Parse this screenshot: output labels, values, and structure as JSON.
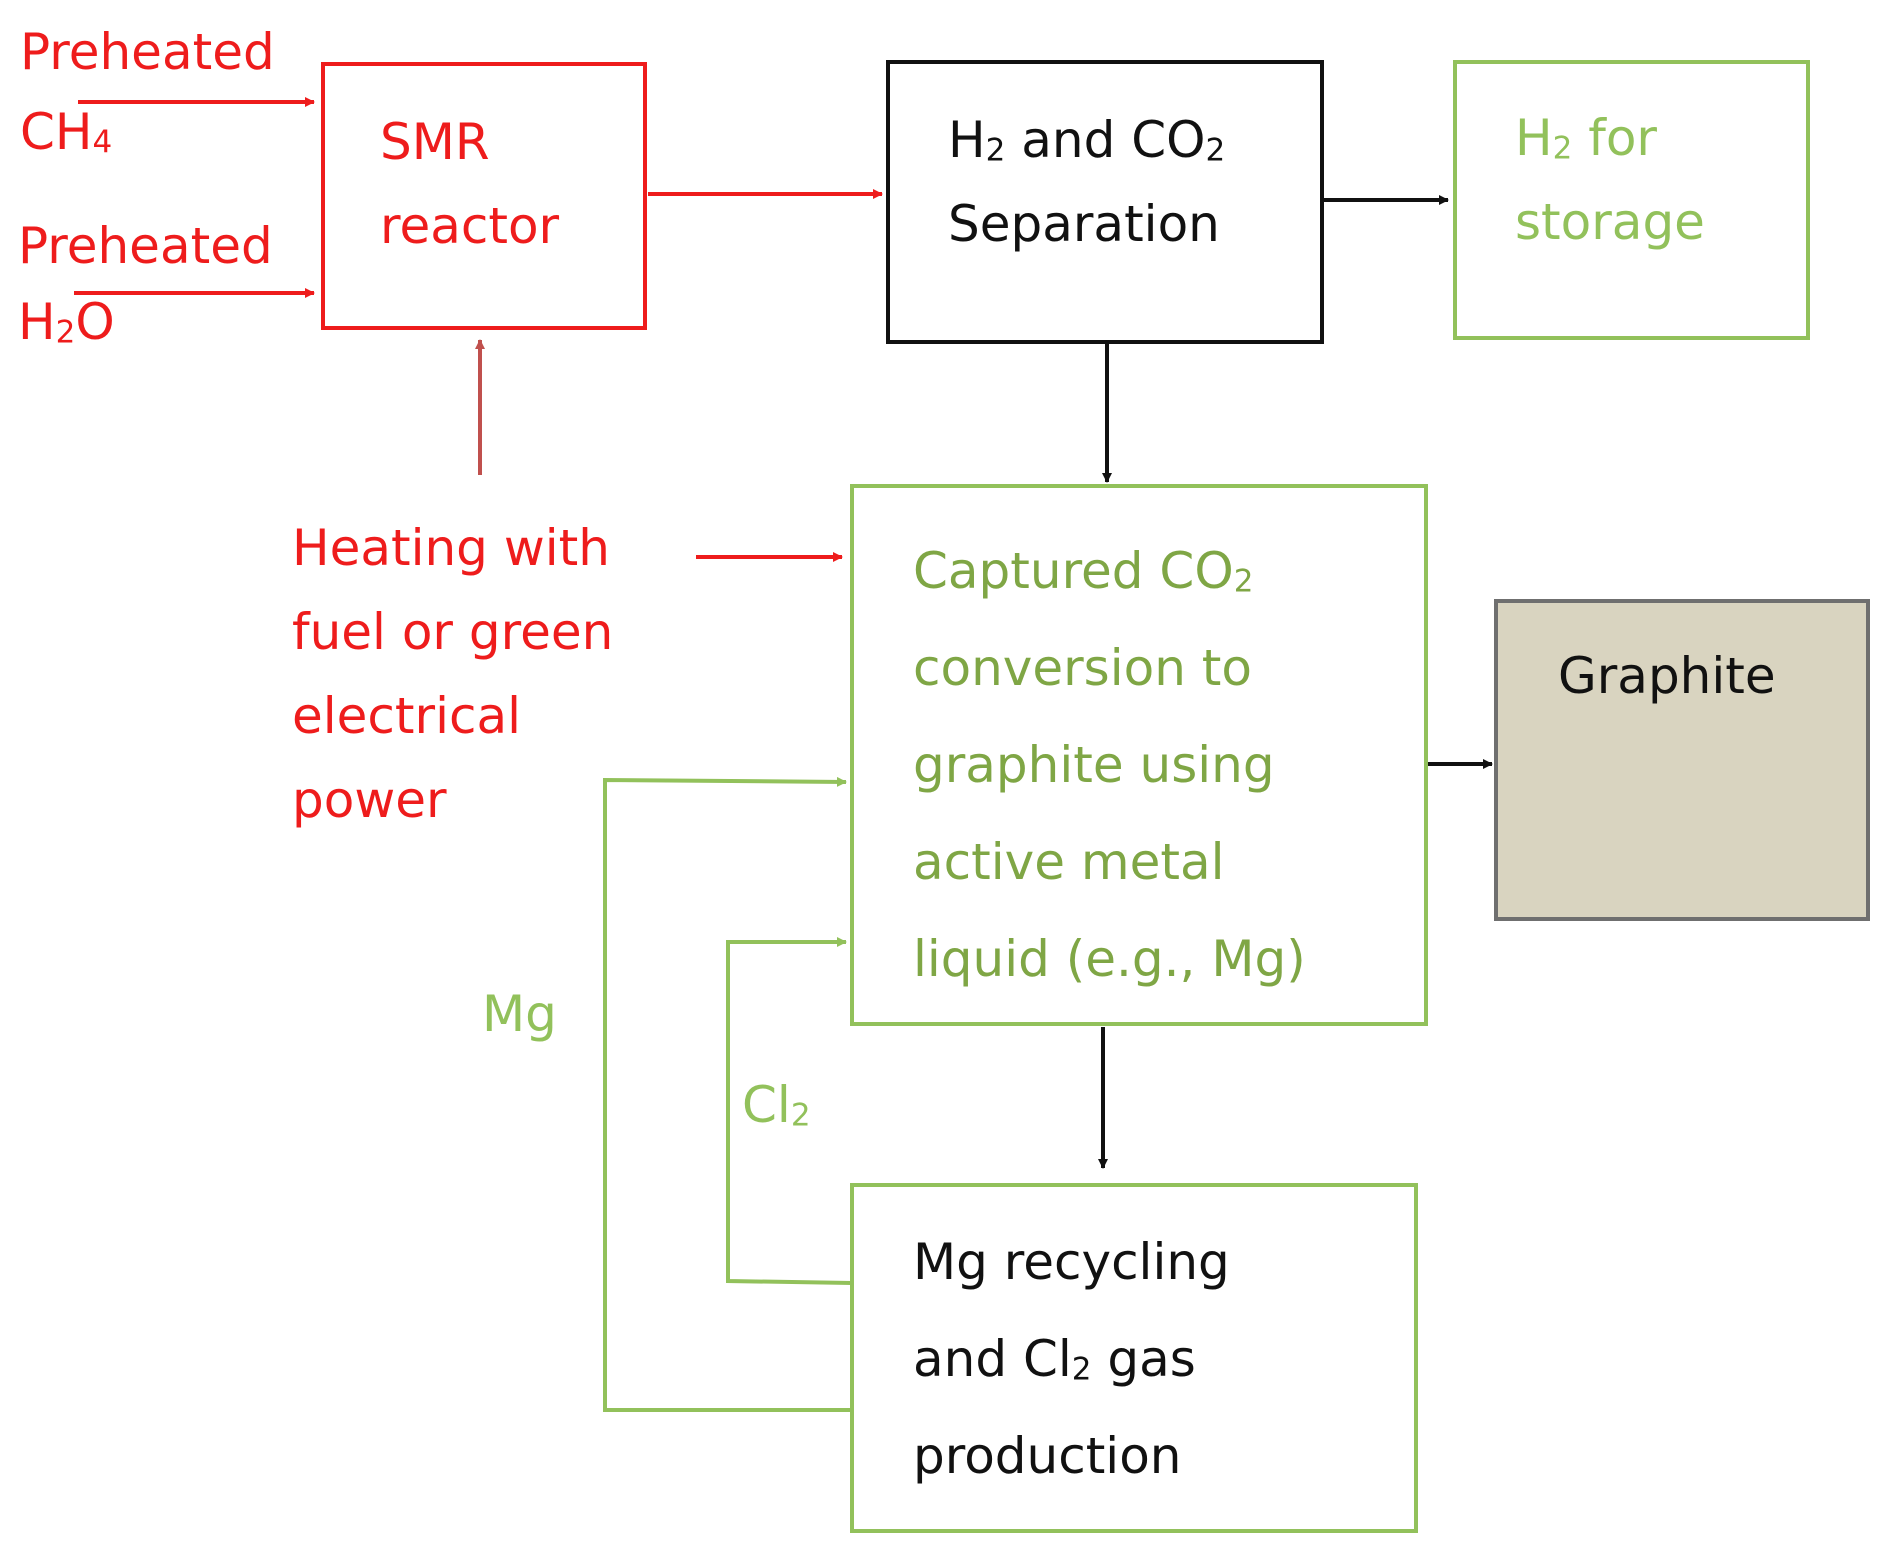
{
  "colors": {
    "red": "#ee1c1c",
    "dark_red": "#c0504d",
    "green": "#92c15b",
    "green_text": "#7fa645",
    "black": "#111111",
    "graphite_fill": "#d9d4c0",
    "graphite_border": "#6f6f6f"
  },
  "inputs": {
    "ch4": {
      "line1": "Preheated",
      "formula": "CH",
      "sub": "4"
    },
    "h2o": {
      "line1": "Preheated",
      "formula_a": "H",
      "sub": "2",
      "formula_b": "O"
    }
  },
  "nodes": {
    "smr": {
      "line1": "SMR",
      "line2": "reactor"
    },
    "separation": {
      "l1a": "H",
      "l1sub": "2",
      "l1b": " and CO",
      "l1sub2": "2",
      "line2": "Separation"
    },
    "storage": {
      "l1a": "H",
      "l1sub": "2",
      "l1b": " for",
      "line2": "storage"
    },
    "heating": {
      "line1": "Heating with",
      "line2": "fuel or green",
      "line3": "electrical",
      "line4": "power"
    },
    "conversion": {
      "l1a": "Captured CO",
      "l1sub": "2",
      "line2": "conversion to",
      "line3": "graphite using",
      "line4": "active metal",
      "line5": "liquid (e.g., Mg)"
    },
    "graphite": {
      "label": "Graphite"
    },
    "recycling": {
      "line1": "Mg recycling",
      "l2a": "and Cl",
      "l2sub": "2",
      "l2b": " gas",
      "line3": "production"
    }
  },
  "loops": {
    "mg": {
      "label": "Mg"
    },
    "cl2": {
      "a": "Cl",
      "sub": "2"
    }
  }
}
